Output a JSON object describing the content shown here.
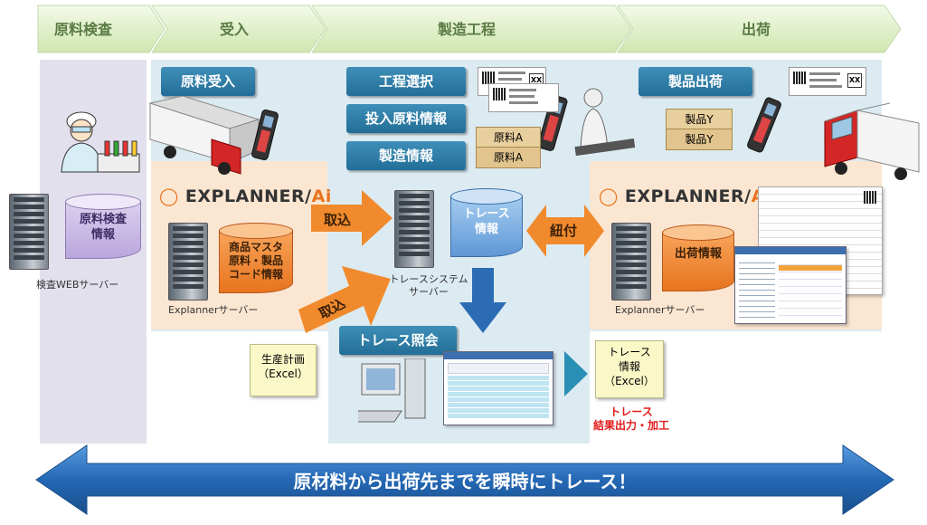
{
  "phases": [
    "原料検査",
    "受入",
    "製造工程",
    "出荷"
  ],
  "buttons": {
    "material_receipt": "原料受入",
    "process_select": "工程選択",
    "input_material": "投入原料情報",
    "manufacturing_info": "製造情報",
    "product_shipping": "製品出荷",
    "trace_query": "トレース照会"
  },
  "inspection": {
    "db_label_1": "原料検査",
    "db_label_2": "情報",
    "server_caption": "検査WEBサーバー"
  },
  "explanner_left": {
    "logo_text": "EXPLANNER/",
    "logo_ai": "Ai",
    "db_line_1": "商品マスタ",
    "db_line_2": "原料・製品",
    "db_line_3": "コード情報",
    "server_caption": "Explannerサーバー"
  },
  "trace_system": {
    "db_line_1": "トレース",
    "db_line_2": "情報",
    "caption_1": "トレースシステム",
    "caption_2": "サーバー"
  },
  "explanner_right": {
    "logo_text": "EXPLANNER/",
    "logo_ai": "Ai",
    "db_label": "出荷情報",
    "server_caption": "Explannerサーバー"
  },
  "arrows": {
    "import_1": "取込",
    "import_2": "取込",
    "link": "紐付"
  },
  "boxes": {
    "material_a": "原料A",
    "product_y": "製品Y",
    "label_xx": "XX"
  },
  "notes": {
    "plan_1": "生産計画",
    "plan_2": "（Excel）",
    "trace_1": "トレース",
    "trace_2": "情報",
    "trace_3": "（Excel）"
  },
  "output": {
    "line_1": "トレース",
    "line_2": "結果出力・加工"
  },
  "banner": "原材料から出荷先までを瞬時にトレース！",
  "colors": {
    "phase_green": "#dff0c8",
    "button_blue": "#2a78a2",
    "arrow_orange": "#f08a2c",
    "arrow_blue": "#2b6cb5",
    "banner_blue": "#2468b4",
    "output_red": "#e21b1b"
  }
}
